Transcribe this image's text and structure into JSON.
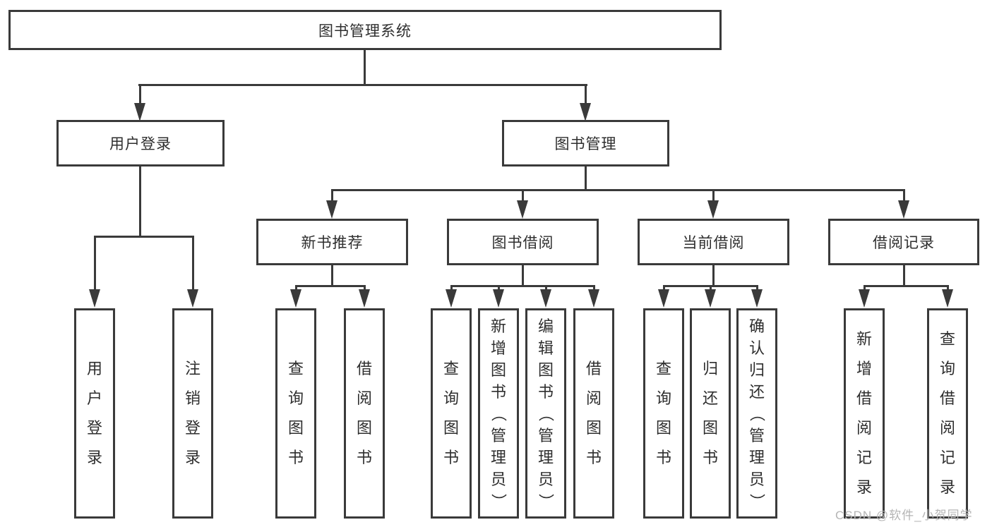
{
  "root": {
    "label": "图书管理系统"
  },
  "user_login": {
    "label": "用户登录",
    "children": [
      {
        "label": "用户登录"
      },
      {
        "label": "注销登录"
      }
    ]
  },
  "book_mgmt": {
    "label": "图书管理"
  },
  "new_books": {
    "label": "新书推荐",
    "children": [
      {
        "label": "查询图书"
      },
      {
        "label": "借阅图书"
      }
    ]
  },
  "borrowing": {
    "label": "图书借阅",
    "children": [
      {
        "label": "查询图书"
      },
      {
        "label": "新增图书（管理员）"
      },
      {
        "label": "编辑图书（管理员）"
      },
      {
        "label": "借阅图书"
      }
    ]
  },
  "current": {
    "label": "当前借阅",
    "children": [
      {
        "label": "查询图书"
      },
      {
        "label": "归还图书"
      },
      {
        "label": "确认归还（管理员）"
      }
    ]
  },
  "records": {
    "label": "借阅记录",
    "children": [
      {
        "label": "新增借阅记录"
      },
      {
        "label": "查询借阅记录"
      }
    ]
  },
  "watermark": "CSDN @软件_小贺同学",
  "colors": {
    "line": "#3a3a3a",
    "text": "#2e2e2e",
    "watermark": "#b5b5b5",
    "background": "#ffffff"
  }
}
